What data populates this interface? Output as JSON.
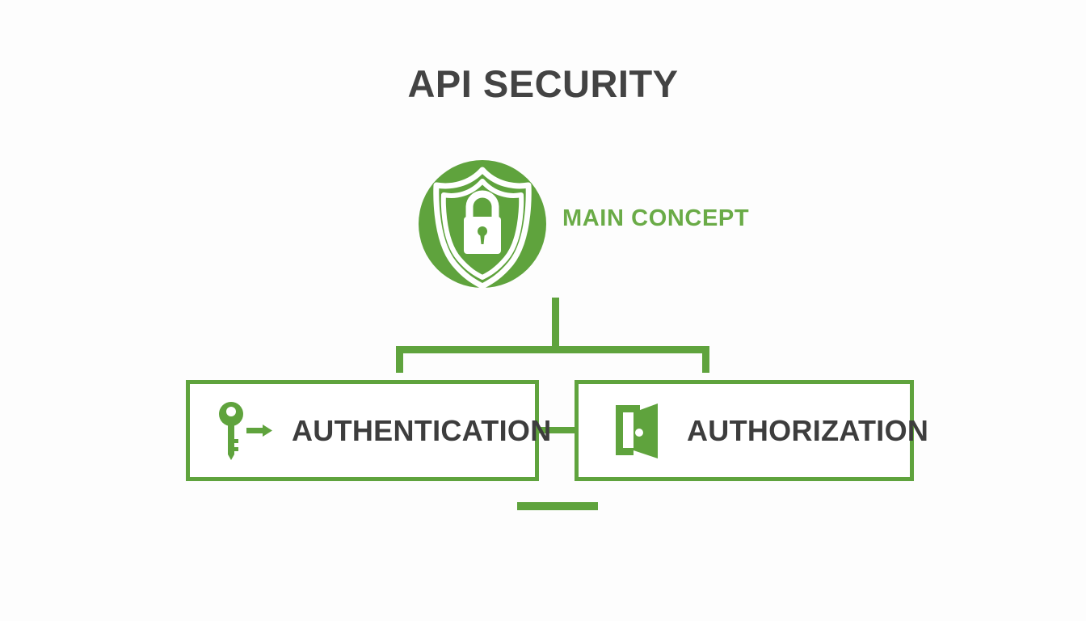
{
  "diagram": {
    "title": "API SECURITY",
    "title_color": "#434343",
    "accent_color": "#5fa33d",
    "background_color": "#fdfdfd",
    "main_concept": {
      "label": "MAIN CONCEPT",
      "label_color": "#6aab47",
      "icon": "shield-lock-icon"
    },
    "branches": [
      {
        "label": "AUTHENTICATION",
        "icon": "key-arrow-icon",
        "label_color": "#3d3d3d"
      },
      {
        "label": "AUTHORIZATION",
        "icon": "open-door-icon",
        "label_color": "#3d3d3d"
      }
    ],
    "connectors": {
      "stem": "vertical-stem",
      "bar": "horizontal-branch-bar",
      "middle": "inter-box-link",
      "footer": "bottom-accent-bar"
    }
  }
}
